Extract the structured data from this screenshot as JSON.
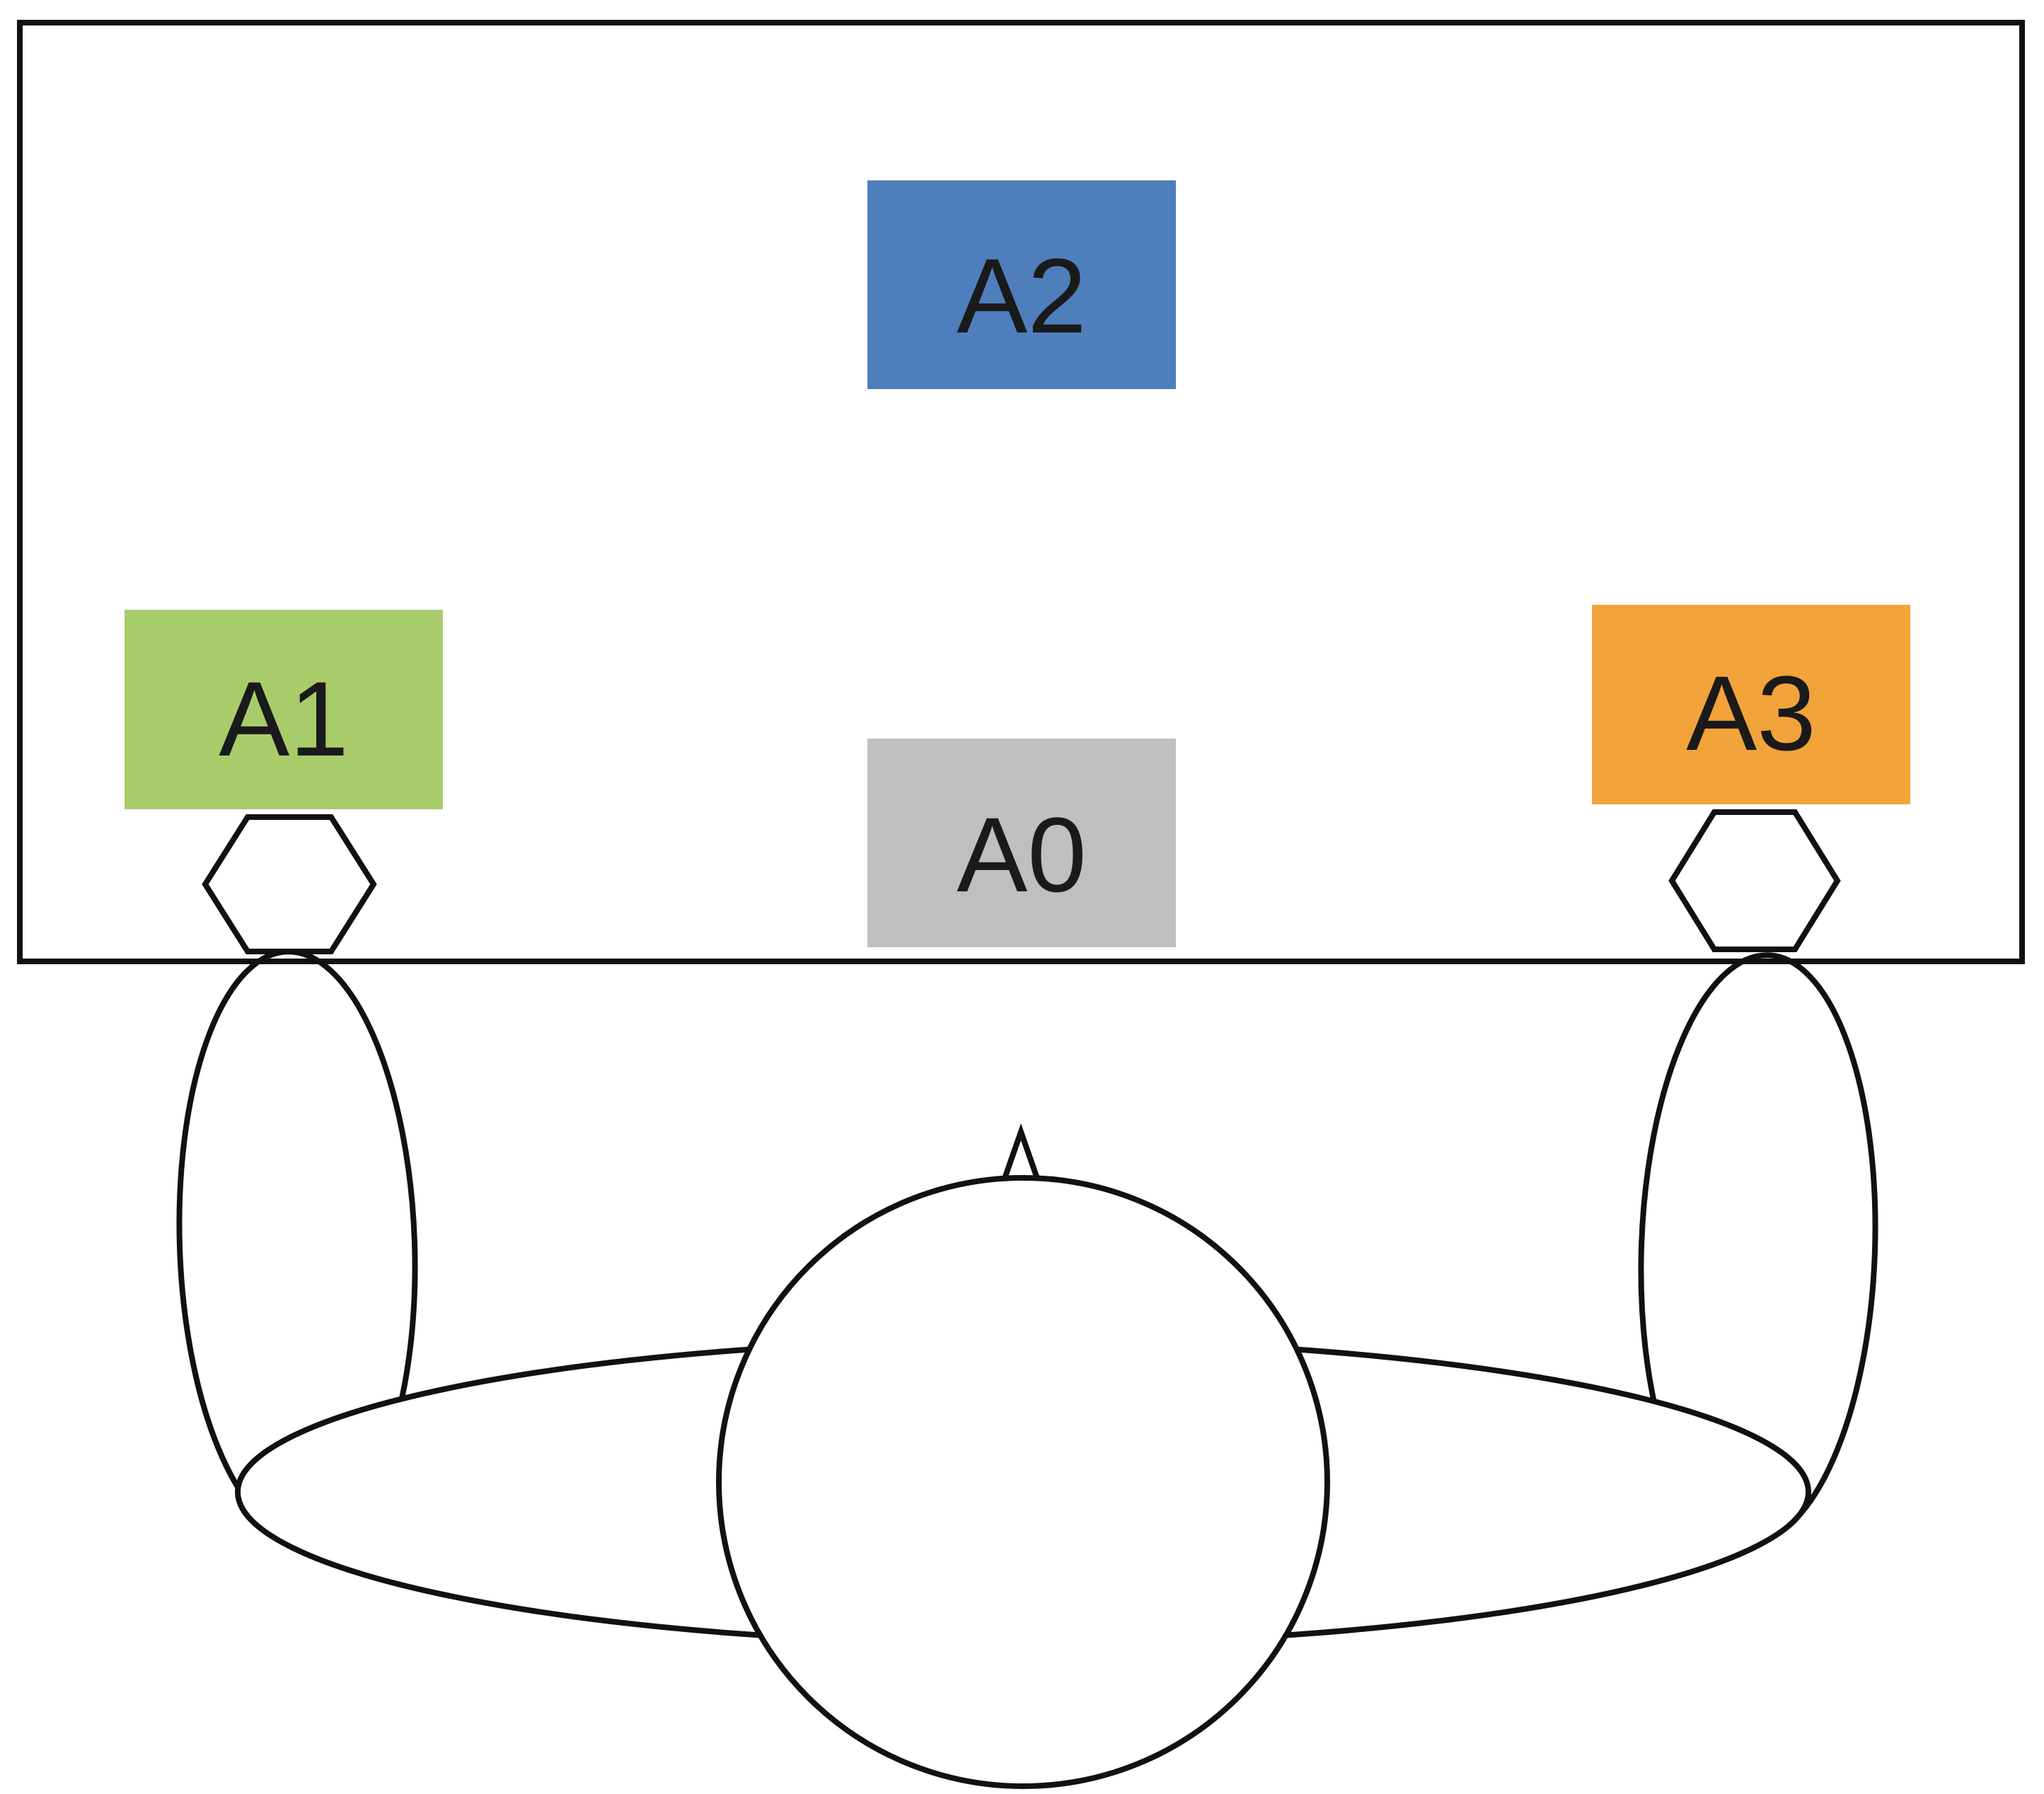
{
  "colors": {
    "background": "#ffffff",
    "outline": "#111111",
    "a0": "#bfbfbf",
    "a1": "#a9cc6b",
    "a2": "#4f7ebd",
    "a3": "#f2a33a"
  },
  "labels": {
    "a0": "A0",
    "a1": "A1",
    "a2": "A2",
    "a3": "A3"
  }
}
